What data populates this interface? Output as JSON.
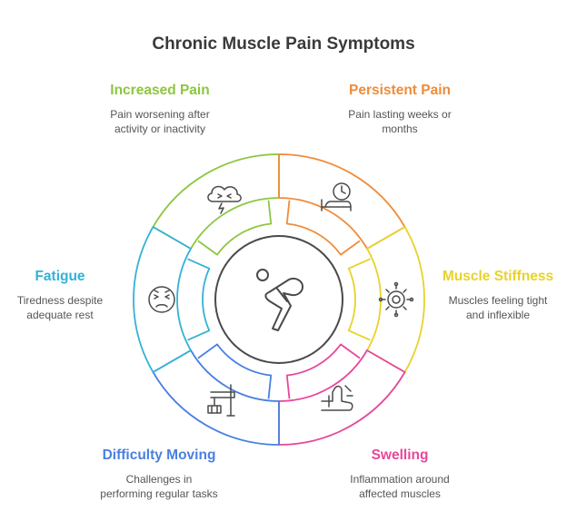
{
  "title": "Chronic Muscle Pain Symptoms",
  "colors": {
    "green": "#8dc63f",
    "orange": "#ef8c3a",
    "yellow": "#e8d22a",
    "pink": "#e8479a",
    "blue": "#4a80e0",
    "cyan": "#33b2d6",
    "center": "#4a4a4a"
  },
  "symptoms": [
    {
      "name": "Increased Pain",
      "desc1": "Pain worsening after",
      "desc2": "activity or inactivity",
      "icon": "storm-cloud-icon"
    },
    {
      "name": "Persistent Pain",
      "desc1": "Pain lasting weeks or",
      "desc2": "months",
      "icon": "clock-bed-icon"
    },
    {
      "name": "Muscle Stiffness",
      "desc1": "Muscles feeling tight",
      "desc2": "and inflexible",
      "icon": "gear-sun-icon"
    },
    {
      "name": "Swelling",
      "desc1": "Inflammation around",
      "desc2": "affected muscles",
      "icon": "swollen-limb-icon"
    },
    {
      "name": "Difficulty Moving",
      "desc1": "Challenges in",
      "desc2": "performing regular tasks",
      "icon": "crane-icon"
    },
    {
      "name": "Fatigue",
      "desc1": "Tiredness despite",
      "desc2": "adequate rest",
      "icon": "tired-face-icon"
    }
  ],
  "center_icon": "person-pain-icon"
}
